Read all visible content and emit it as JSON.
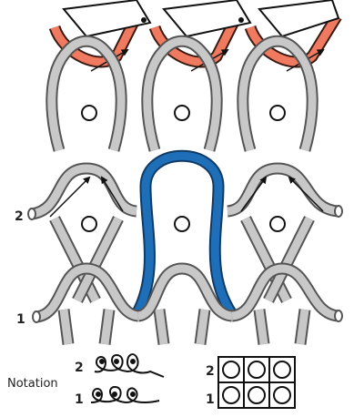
{
  "rows": [
    {
      "label": "2"
    },
    {
      "label": "1"
    }
  ],
  "notation": {
    "label": "Notation",
    "rows": [
      {
        "label": "2"
      },
      {
        "label": "1"
      }
    ],
    "stitches_per_row": 3
  },
  "colors": {
    "yarn_grey": "#c8c8c8",
    "yarn_highlight": "#1f6fb8",
    "needle": "#ef7a60",
    "outline": "#555555"
  }
}
